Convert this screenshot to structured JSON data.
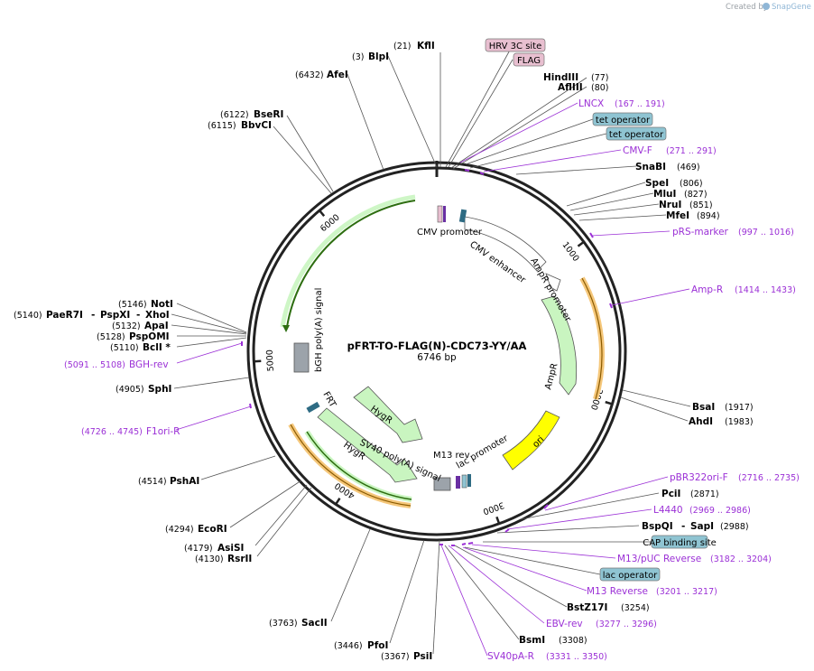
{
  "credit": {
    "prefix": "Created by",
    "brand": "SnapGene"
  },
  "plasmid": {
    "name": "pFRT-TO-FLAG(N)-CDC73-YY/AA",
    "length_label": "6746 bp",
    "length": 6746
  },
  "colors": {
    "primer": "#9b30d6",
    "backbone": "#222222",
    "feature_green": "#c9f5c0",
    "ori": "#ffff00",
    "amp_line": "#e69a00",
    "regulatory_box": "#8fc4d2",
    "tag_box": "#e8bfd0"
  },
  "ticks": [
    {
      "pos": 1000,
      "label": "1000"
    },
    {
      "pos": 2000,
      "label": "2000"
    },
    {
      "pos": 3000,
      "label": "3000"
    },
    {
      "pos": 4000,
      "label": "4000"
    },
    {
      "pos": 5000,
      "label": "5000"
    },
    {
      "pos": 6000,
      "label": "6000"
    }
  ],
  "enzymes": [
    {
      "name": "KflI",
      "pos": "(21)",
      "site": 21
    },
    {
      "name": "BlpI",
      "pos": "(3)",
      "site": 3
    },
    {
      "name": "AfeI",
      "pos": "(6432)",
      "site": 6432
    },
    {
      "name": "BseRI",
      "pos": "(6122)",
      "site": 6122
    },
    {
      "name": "BbvCI",
      "pos": "(6115)",
      "site": 6115
    },
    {
      "name": "HindIII",
      "pos": "(77)",
      "site": 77
    },
    {
      "name": "AflIII",
      "pos": "(80)",
      "site": 80
    },
    {
      "name": "SnaBI",
      "pos": "(469)",
      "site": 469
    },
    {
      "name": "SpeI",
      "pos": "(806)",
      "site": 806
    },
    {
      "name": "MluI",
      "pos": "(827)",
      "site": 827
    },
    {
      "name": "NruI",
      "pos": "(851)",
      "site": 851
    },
    {
      "name": "MfeI",
      "pos": "(894)",
      "site": 894
    },
    {
      "name": "BsaI",
      "pos": "(1917)",
      "site": 1917
    },
    {
      "name": "AhdI",
      "pos": "(1983)",
      "site": 1983
    },
    {
      "name": "PciI",
      "pos": "(2871)",
      "site": 2871
    },
    {
      "name": "BspQI",
      "pos": "",
      "site": 2988
    },
    {
      "name": "SapI",
      "pos": "(2988)",
      "site": 2988
    },
    {
      "name": "BstZ17I",
      "pos": "(3254)",
      "site": 3254
    },
    {
      "name": "BsmI",
      "pos": "(3308)",
      "site": 3308
    },
    {
      "name": "PsiI",
      "pos": "(3367)",
      "site": 3367
    },
    {
      "name": "PfoI",
      "pos": "(3446)",
      "site": 3446
    },
    {
      "name": "SacII",
      "pos": "(3763)",
      "site": 3763
    },
    {
      "name": "RsrII",
      "pos": "(4130)",
      "site": 4130
    },
    {
      "name": "AsiSI",
      "pos": "(4179)",
      "site": 4179
    },
    {
      "name": "EcoRI",
      "pos": "(4294)",
      "site": 4294
    },
    {
      "name": "PshAI",
      "pos": "(4514)",
      "site": 4514
    },
    {
      "name": "SphI",
      "pos": "(4905)",
      "site": 4905
    },
    {
      "name": "BclI *",
      "pos": "(5110)",
      "site": 5110
    },
    {
      "name": "PspOMI",
      "pos": "(5128)",
      "site": 5128
    },
    {
      "name": "ApaI",
      "pos": "(5132)",
      "site": 5132
    },
    {
      "name": "PaeR7I",
      "pos": "(5140)",
      "site": 5140
    },
    {
      "name": "PspXI",
      "pos": "",
      "site": 5140
    },
    {
      "name": "XhoI",
      "pos": "",
      "site": 5140
    },
    {
      "name": "NotI",
      "pos": "(5146)",
      "site": 5146
    }
  ],
  "primers": [
    {
      "name": "LNCX",
      "range": "(167 .. 191)"
    },
    {
      "name": "CMV-F",
      "range": "(271 .. 291)"
    },
    {
      "name": "pRS-marker",
      "range": "(997 .. 1016)"
    },
    {
      "name": "Amp-R",
      "range": "(1414 .. 1433)"
    },
    {
      "name": "pBR322ori-F",
      "range": "(2716 .. 2735)"
    },
    {
      "name": "L4440",
      "range": "(2969 .. 2986)"
    },
    {
      "name": "M13/pUC Reverse",
      "range": "(3182 .. 3204)"
    },
    {
      "name": "M13 Reverse",
      "range": "(3201 .. 3217)"
    },
    {
      "name": "EBV-rev",
      "range": "(3277 .. 3296)"
    },
    {
      "name": "SV40pA-R",
      "range": "(3331 .. 3350)"
    },
    {
      "name": "F1ori-R",
      "range": "(4726 .. 4745)"
    },
    {
      "name": "BGH-rev",
      "range": "(5091 .. 5108)"
    }
  ],
  "boxed_features": [
    {
      "name": "HRV 3C site"
    },
    {
      "name": "FLAG"
    },
    {
      "name": "tet operator"
    },
    {
      "name": "tet operator"
    },
    {
      "name": "CAP binding site"
    },
    {
      "name": "lac operator"
    }
  ],
  "features": [
    {
      "name": "CMV promoter"
    },
    {
      "name": "CMV enhancer"
    },
    {
      "name": "AmpR promoter"
    },
    {
      "name": "AmpR"
    },
    {
      "name": "ori"
    },
    {
      "name": "lac promoter"
    },
    {
      "name": "M13 rev"
    },
    {
      "name": "SV40 poly(A) signal"
    },
    {
      "name": "HygR"
    },
    {
      "name": "HygR"
    },
    {
      "name": "FRT"
    },
    {
      "name": "bGH poly(A) signal"
    }
  ]
}
